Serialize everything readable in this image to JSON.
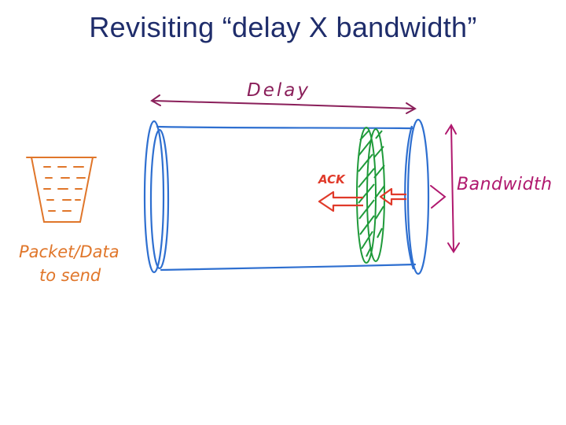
{
  "slide": {
    "title": "Revisiting “delay X bandwidth”"
  },
  "labels": {
    "delay": "Delay",
    "bandwidth": "Bandwidth",
    "ack": "ACK",
    "packet_line1": "Packet/Data",
    "packet_line2": "to send"
  },
  "colors": {
    "title": "#1f2d6b",
    "pipe": "#2e6fd0",
    "delay": "#8a1f5a",
    "bandwidth": "#b0186e",
    "ack": "#e03a2a",
    "disc": "#1f9a3a",
    "bucket": "#e0762a"
  },
  "icons": {
    "bucket": "bucket-icon",
    "ack_arrow": "left-arrow-icon",
    "incoming_arrow": "left-arrow-icon"
  }
}
